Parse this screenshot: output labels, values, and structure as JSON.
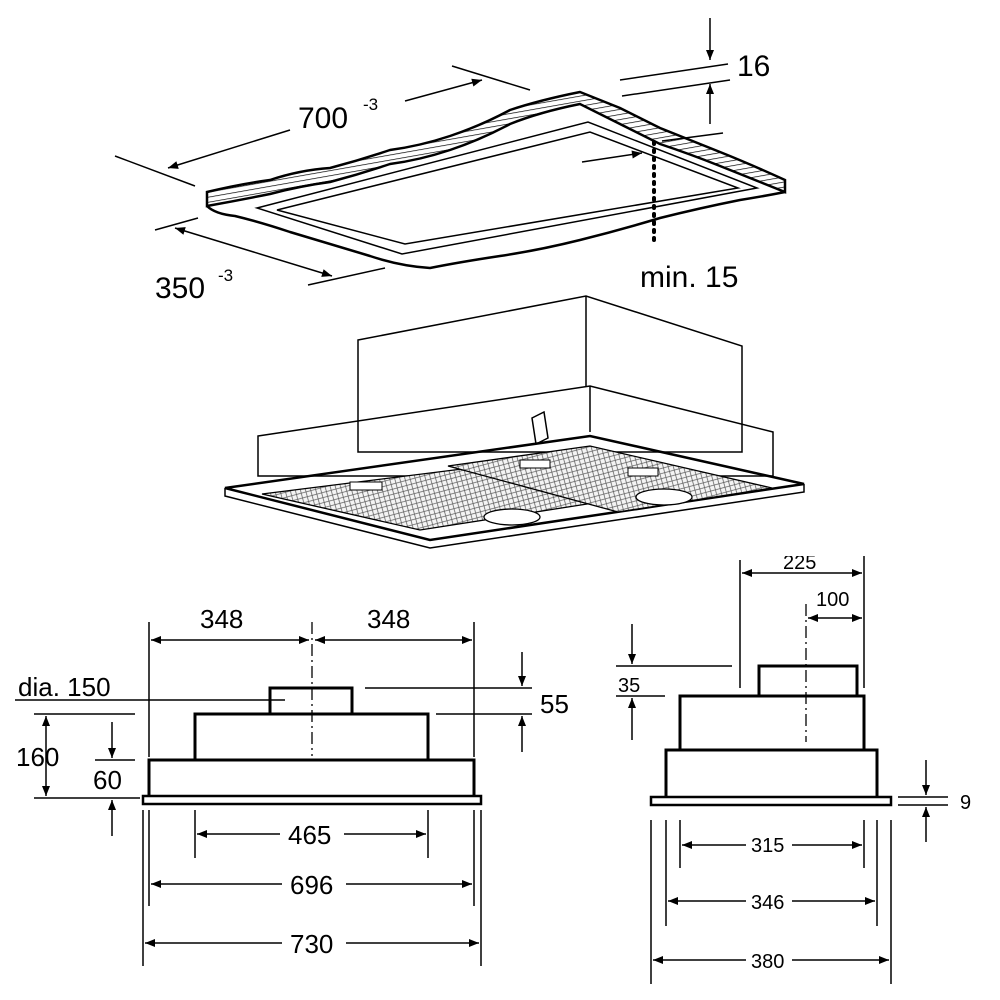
{
  "cutout": {
    "width_value": "700",
    "width_tol": "-3",
    "depth_value": "350",
    "depth_tol": "-3",
    "thickness": "16",
    "min_clearance": "min. 15"
  },
  "front_view": {
    "half_left": "348",
    "half_right": "348",
    "duct_label": "dia. 150",
    "duct_height": "55",
    "total_height": "160",
    "base_height": "60",
    "housing_width": "465",
    "body_width": "696",
    "frame_width": "730"
  },
  "side_view": {
    "top_offset": "225",
    "duct_offset": "100",
    "step_height": "35",
    "frame_thickness": "9",
    "housing_depth": "315",
    "body_depth": "346",
    "frame_depth": "380"
  }
}
